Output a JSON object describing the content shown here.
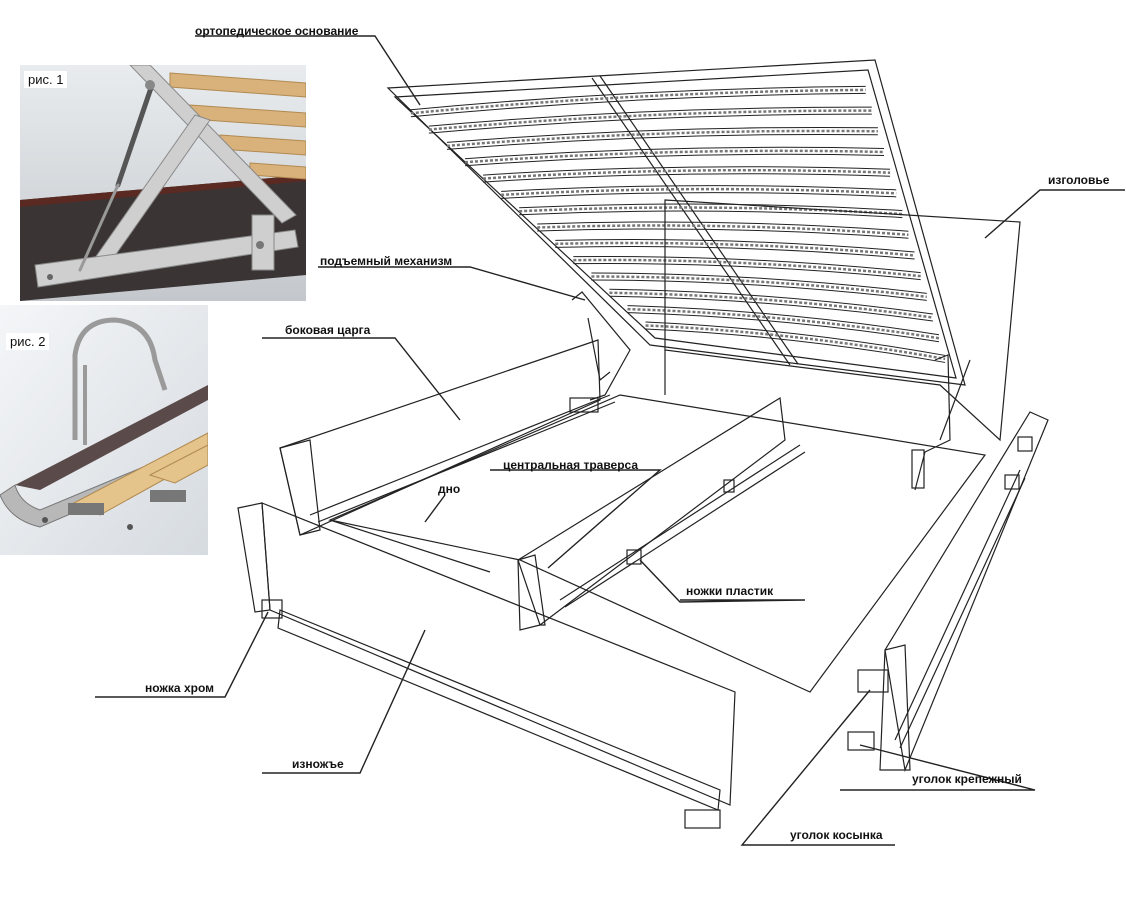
{
  "figures": {
    "fig1_caption": "рис. 1",
    "fig2_caption": "рис. 2"
  },
  "labels": {
    "ortho_base": "ортопедическое основание",
    "headboard": "изголовье",
    "lift_mechanism": "подъемный механизм",
    "side_rail": "боковая царга",
    "center_beam": "центральная траверса",
    "bottom": "дно",
    "plastic_legs": "ножки пластик",
    "chrome_leg": "ножка хром",
    "footboard": "изножъе",
    "mount_corner": "уголок крепежный",
    "gusset_corner": "уголок косынка"
  },
  "colors": {
    "line": "#222222",
    "slat": "#d8b27a",
    "metal": "#c9c9c9",
    "upholstery": "#3a3434"
  }
}
